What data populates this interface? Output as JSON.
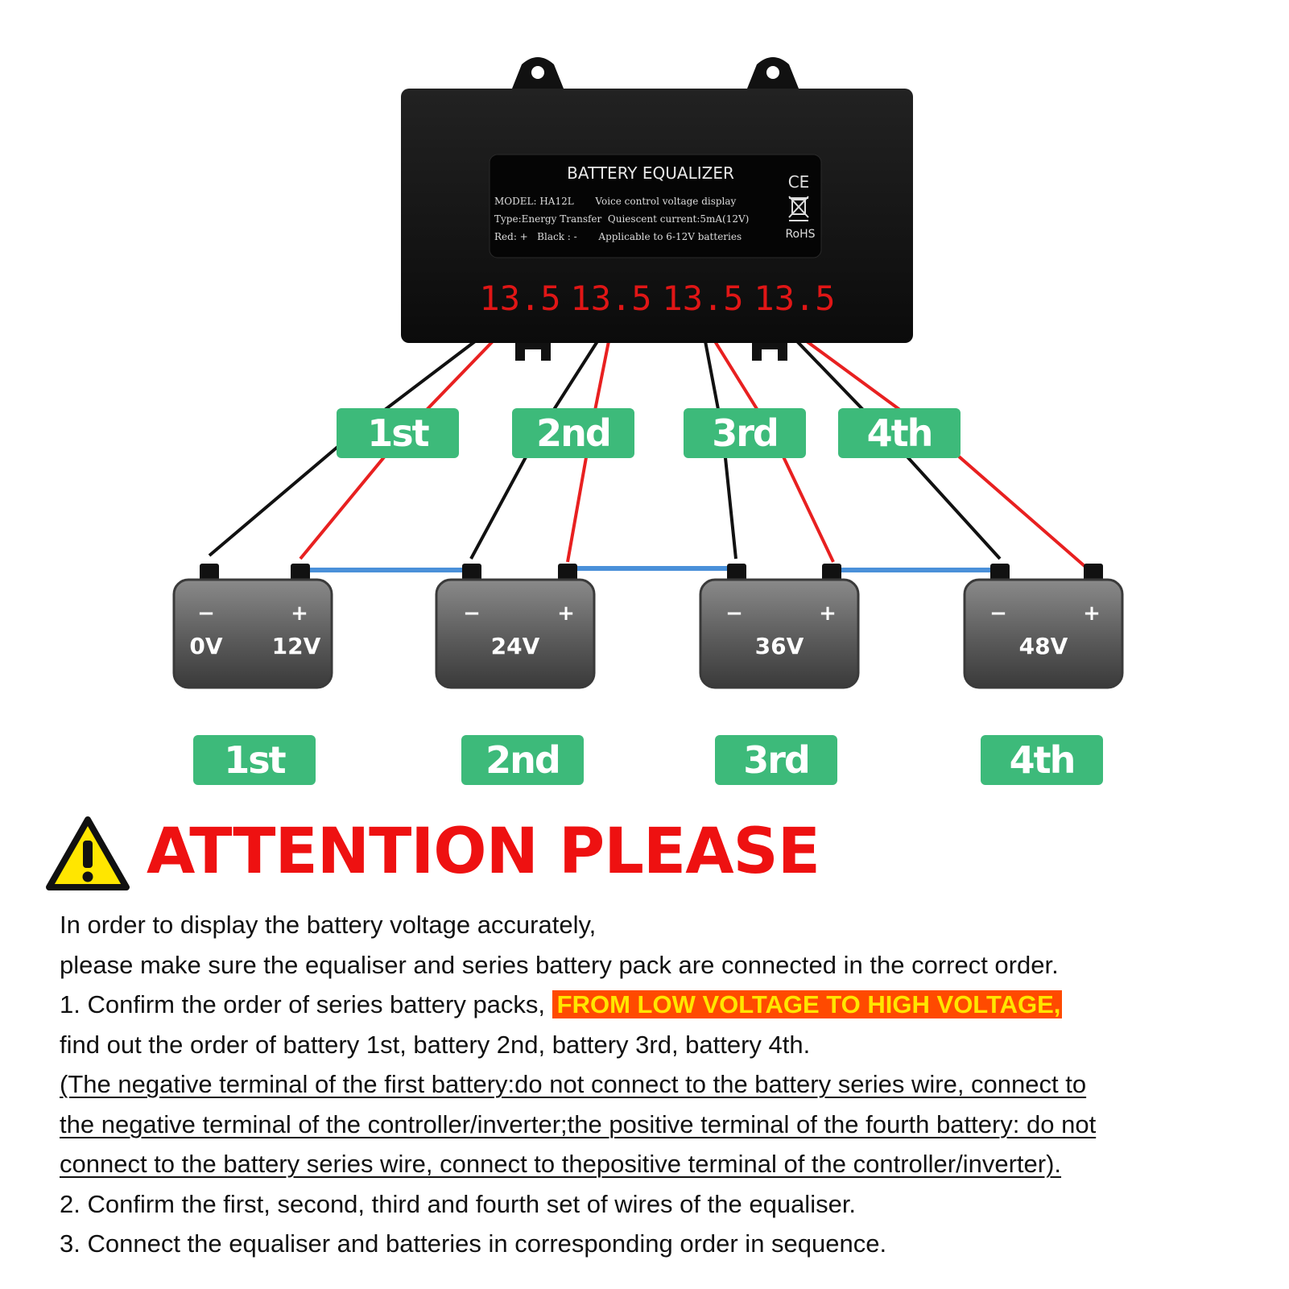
{
  "device": {
    "title": "BATTERY EQUALIZER",
    "spec_lines": [
      "MODEL: HA12L       Voice control voltage display",
      "Type:Energy Transfer  Quiescent current:5mA(12V)",
      "Red: +   Black : -       Applicable to 6-12V batteries"
    ],
    "ce_mark": "CE",
    "rohs_mark": "RoHS",
    "displays": [
      "13.5",
      "13.5",
      "13.5",
      "13.5"
    ],
    "icons": [
      "weee-bin-icon",
      "mounting-tab-icon"
    ],
    "colors": {
      "body": "#141414",
      "display": "#e01616"
    }
  },
  "wire_labels": [
    "1st",
    "2nd",
    "3rd",
    "4th"
  ],
  "batteries": [
    {
      "neg": "−",
      "pos": "+",
      "voltage_left": "0V",
      "voltage_right": "12V"
    },
    {
      "neg": "−",
      "pos": "+",
      "voltage": "24V"
    },
    {
      "neg": "−",
      "pos": "+",
      "voltage": "36V"
    },
    {
      "neg": "−",
      "pos": "+",
      "voltage": "48V"
    }
  ],
  "battery_labels": [
    "1st",
    "2nd",
    "3rd",
    "4th"
  ],
  "colors": {
    "label_green": "#3dba7a",
    "wire_red": "#e82020",
    "wire_black": "#111111",
    "series_wire": "#4a90d9",
    "attention_red": "#ee1111",
    "highlight_bg": "#ff4a00",
    "highlight_text": "#ffe600"
  },
  "attention": {
    "title": "ATTENTION PLEASE",
    "icon": "warning-icon"
  },
  "instructions": {
    "line1": "In order to display the battery voltage accurately,",
    "line2": "please make sure the equaliser and series battery pack are connected in the correct order.",
    "line3_prefix": "1. Confirm the order of series battery packs, ",
    "line3_highlight": "FROM LOW VOLTAGE TO HIGH VOLTAGE,",
    "line4": "find out the order of battery 1st, battery 2nd, battery 3rd, battery 4th.",
    "note_line1": "(The negative terminal of the first battery:do not connect to the battery series wire, connect to",
    "note_line2": "the negative terminal of the controller/inverter;the positive terminal of the fourth battery: do not",
    "note_line3": "connect to the battery series wire, connect to thepositive terminal of the controller/inverter).",
    "step2": "2. Confirm the first, second, third and fourth set of wires of the equaliser.",
    "step3": "3. Connect the equaliser and batteries in corresponding order in sequence."
  }
}
